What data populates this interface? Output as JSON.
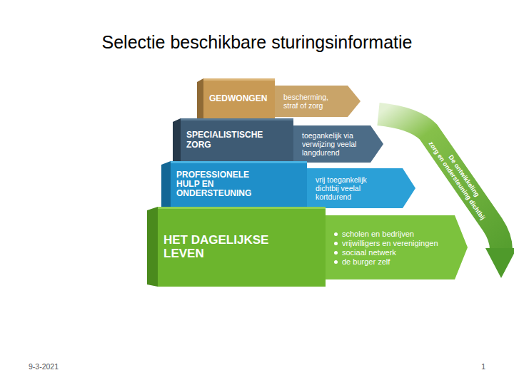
{
  "diagram": {
    "title": "Selectie beschikbare sturingsinformatie",
    "nodes": [
      {
        "text": [
          "GEDWONGEN",
          "bescherming, straf of zorg"
        ]
      },
      {
        "text": [
          "SPECIALISTISCHE ZORG",
          "toegankelijk via verwijzing veelal langdurend"
        ]
      },
      {
        "text": [
          "PROFESSIONELE HULP EN ONDERSTEUNING",
          "vrij toegankelijk dichtbij veelal kortdurend"
        ]
      },
      {
        "text": [
          "HET DAGELIJKSE LEVEN",
          "scholen en bedrijven",
          "vrijwilligers en verenigingen",
          "sociaal netwerk",
          "de burger zelf"
        ]
      }
    ],
    "labels": [
      "De ontwikkeling",
      "zorg en ondersteuning dichtbij",
      "9-3-2021",
      "1"
    ]
  }
}
